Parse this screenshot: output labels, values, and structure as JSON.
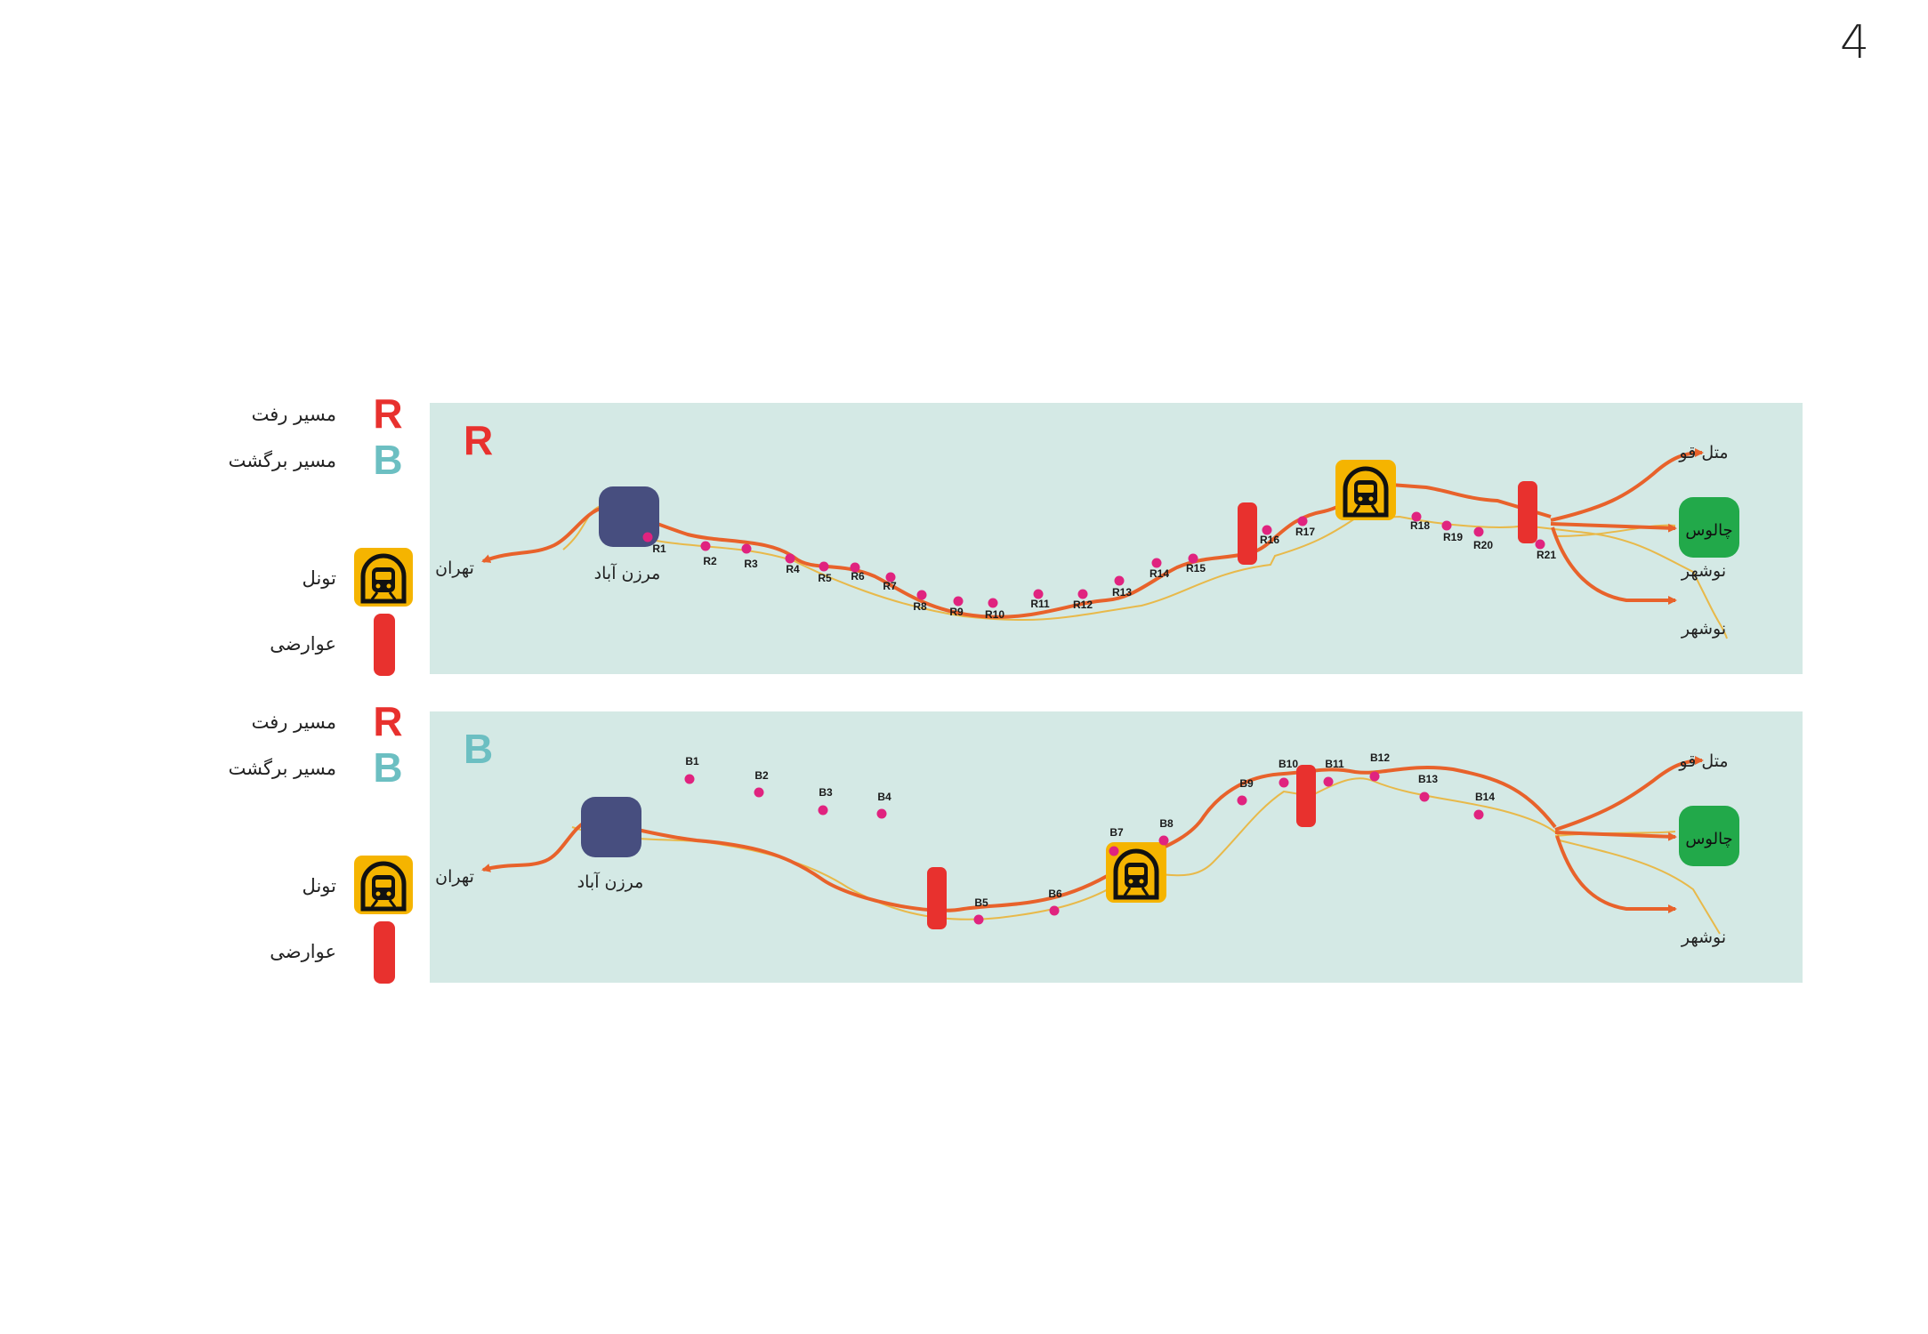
{
  "page_number": "4",
  "legend": {
    "forward_letter": "R",
    "forward_label": "مسیر رفت",
    "return_letter": "B",
    "return_label": "مسیر برگشت",
    "tunnel_label": "تونل",
    "incident_label": "عوارضی"
  },
  "colors": {
    "panel_bg": "#d4e9e5",
    "route_main": "#e8622b",
    "route_alt": "#e8b94a",
    "forward_letter": "#e8312e",
    "return_letter": "#6cbfc2",
    "station_dot": "#e0237f",
    "marzan_node": "#474e7f",
    "chalus_node": "#22a94a",
    "tunnel_icon": "#f5b400",
    "incident_bar": "#e8312e"
  },
  "icons": [
    "tunnel-icon",
    "incident-icon",
    "arrow-icon"
  ],
  "panels": [
    {
      "letter": "R",
      "places": {
        "tehran": "تهران",
        "marzan_abad": "مرزن آباد",
        "metel_qu": "متل قو",
        "chalus": "چالوس",
        "nowshahr_1": "نوشهر",
        "nowshahr_2": "نوشهر"
      },
      "points": [
        "R1",
        "R2",
        "R3",
        "R4",
        "R5",
        "R6",
        "R7",
        "R8",
        "R9",
        "R10",
        "R11",
        "R12",
        "R13",
        "R14",
        "R15",
        "R16",
        "R17",
        "R18",
        "R19",
        "R20",
        "R21"
      ]
    },
    {
      "letter": "B",
      "places": {
        "tehran": "تهران",
        "marzan_abad": "مرزن آباد",
        "metel_qu": "متل قو",
        "chalus": "چالوس",
        "nowshahr": "نوشهر"
      },
      "points": [
        "B1",
        "B2",
        "B3",
        "B4",
        "B5",
        "B6",
        "B7",
        "B8",
        "B9",
        "B10",
        "B11",
        "B12",
        "B13",
        "B14"
      ]
    }
  ]
}
